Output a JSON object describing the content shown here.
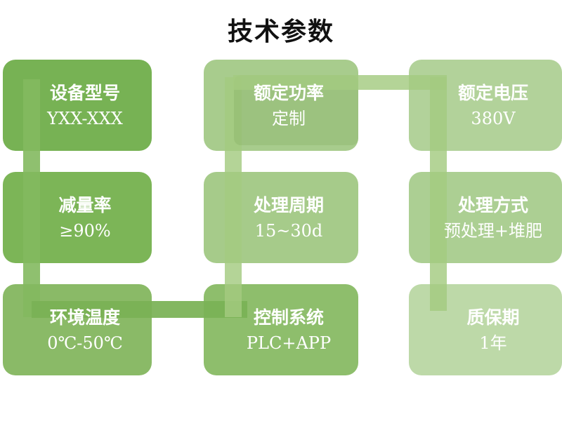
{
  "slide": {
    "title": "技术参数"
  },
  "cards": [
    {
      "name": "device-model",
      "title": "设备型号",
      "value": "YXX-XXX",
      "color": "#77b254"
    },
    {
      "name": "rated-power",
      "title": "额定功率",
      "value": "定制",
      "color": "#a8cc8d"
    },
    {
      "name": "rated-voltage",
      "title": "额定电压",
      "value": "380V",
      "color": "#b2d29a"
    },
    {
      "name": "reduction-rate",
      "title": "减量率",
      "value": "≥90%",
      "color": "#7cb557"
    },
    {
      "name": "processing-cycle",
      "title": "处理周期",
      "value": "15~30d",
      "color": "#a6cb8a"
    },
    {
      "name": "processing-method",
      "title": "处理方式",
      "value": "预处理+堆肥",
      "color": "#accf93"
    },
    {
      "name": "ambient-temperature",
      "title": "环境温度",
      "value": "0℃-50℃",
      "color": "#8aba67"
    },
    {
      "name": "control-system",
      "title": "控制系统",
      "value": "PLC+APP",
      "color": "#8ebe6c"
    },
    {
      "name": "warranty-period",
      "title": "质保期",
      "value": "1年",
      "color": "#bdd9a8"
    }
  ],
  "connector": {
    "color_left_vertical": "rgba(131,185,95,0.9)",
    "color_light": "rgba(163,202,128,0.82)",
    "color_bottom_horizontal": "rgba(122,177,85,0.93)",
    "color_elbow": "rgba(128,172,96,0.3)"
  }
}
